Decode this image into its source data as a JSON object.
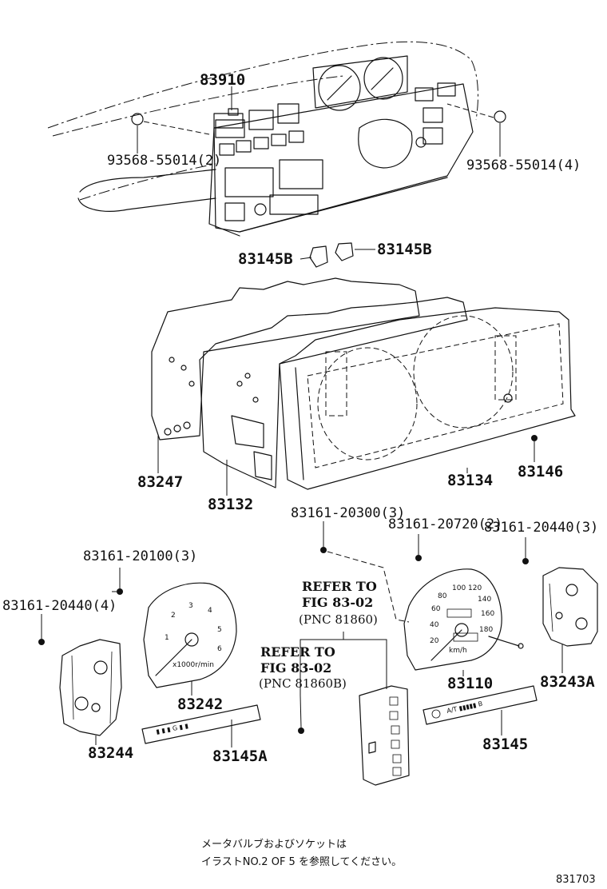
{
  "labels": {
    "p83910": "83910",
    "p93568_left": "93568-55014(2)",
    "p93568_right": "93568-55014(4)",
    "p83145b_left": "83145B",
    "p83145b_right": "83145B",
    "p83247": "83247",
    "p83132": "83132",
    "p83134": "83134",
    "p83146": "83146",
    "p83161_20100": "83161-20100(3)",
    "p83161_20440_left": "83161-20440(4)",
    "p83161_20300": "83161-20300(3)",
    "p83161_20720": "83161-20720(2)",
    "p83161_20440_right": "83161-20440(3)",
    "p83242": "83242",
    "p83244": "83244",
    "p83145a": "83145A",
    "p83110": "83110",
    "p83243a": "83243A",
    "p83145": "83145"
  },
  "references": {
    "ref1_line1": "REFER TO",
    "ref1_line2": "FIG 83-02",
    "ref1_line3": "(PNC 81860)",
    "ref2_line1": "REFER TO",
    "ref2_line2": "FIG 83-02",
    "ref2_line3": "(PNC 81860B)"
  },
  "footnote": {
    "line1": "メータバルブおよびソケットは",
    "line2": "イラストNO.2 OF 5 を参照してください。"
  },
  "figure_id": "831703",
  "dials": {
    "tacho": [
      "1",
      "2",
      "3",
      "4",
      "5",
      "6"
    ],
    "tacho_unit": "x1000r/min",
    "speedo": [
      "20",
      "40",
      "60",
      "80",
      "100",
      "120",
      "140",
      "160",
      "180"
    ],
    "speedo_unit": "km/h"
  }
}
